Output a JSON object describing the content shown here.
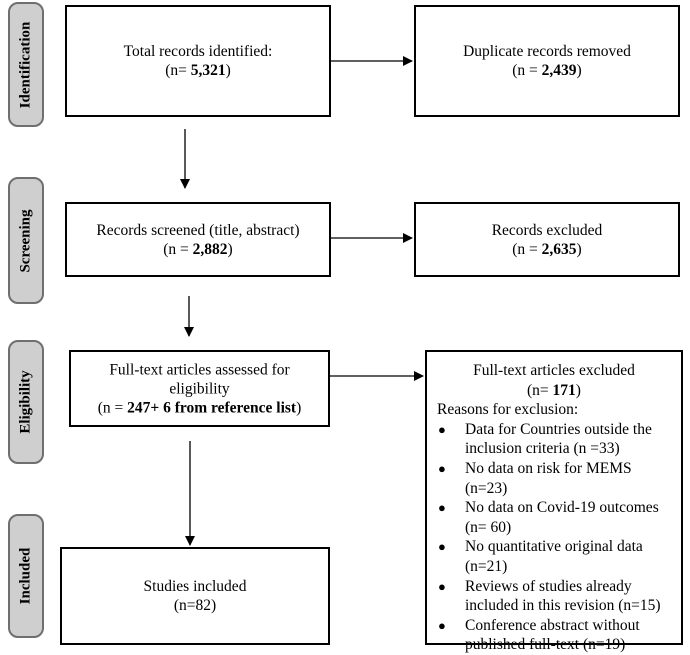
{
  "phases": {
    "identification": "Identification",
    "screening": "Screening",
    "eligibility": "Eligibility",
    "included": "Included"
  },
  "boxes": {
    "total_records": {
      "line1": "Total records identified:",
      "prefix": "(n= ",
      "value": "5,321",
      "suffix": ")"
    },
    "duplicates": {
      "line1": "Duplicate records removed",
      "prefix": "(n = ",
      "value": "2,439",
      "suffix": ")"
    },
    "screened": {
      "line1": "Records screened (title, abstract)",
      "prefix": "(n = ",
      "value": "2,882",
      "suffix": ")"
    },
    "excluded": {
      "line1": "Records excluded",
      "prefix": "(n = ",
      "value": "2,635",
      "suffix": ")"
    },
    "fulltext_assessed": {
      "line1": "Full-text articles assessed for",
      "line2": "eligibility",
      "prefix": "(n = ",
      "value": "247+ 6 from reference list",
      "suffix": ")"
    },
    "fulltext_excluded": {
      "line1": "Full-text articles excluded",
      "prefix": "(n= ",
      "value": "171",
      "suffix": ")",
      "reasons_title": "Reasons for exclusion:",
      "reasons": [
        {
          "line1": "Data for Countries outside the",
          "line2": "inclusion criteria (n =33)"
        },
        {
          "line1": "No data on risk for MEMS",
          "line2": "(n=23)"
        },
        {
          "line1": "No data on Covid-19 outcomes",
          "line2": "(n= 60)"
        },
        {
          "line1": "No quantitative original data",
          "line2": "(n=21)"
        },
        {
          "line1": "Reviews of studies already",
          "line2": "included in this revision (n=15)"
        },
        {
          "line1": "Conference abstract without",
          "line2": "published full-text (n=19)"
        }
      ]
    },
    "included": {
      "line1": "Studies included",
      "line2": "(n=82)"
    }
  },
  "bullet_glyph": "●"
}
